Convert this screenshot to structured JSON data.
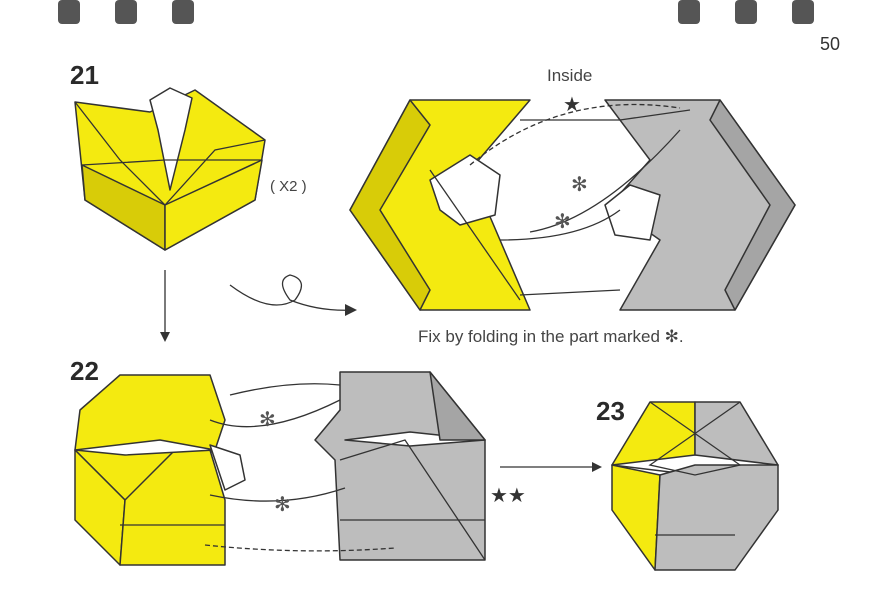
{
  "page_number": "50",
  "steps": [
    {
      "number": "21",
      "multiplier": "( X2 )"
    },
    {
      "number": "22"
    },
    {
      "number": "23"
    }
  ],
  "labels": {
    "inside": "Inside",
    "star": "★",
    "double_star": "★★",
    "asterisk": "✻",
    "instruction": "Fix by folding in the part marked ✻."
  },
  "colors": {
    "yellow": "#f4ea10",
    "gray": "#bdbdbd"
  }
}
